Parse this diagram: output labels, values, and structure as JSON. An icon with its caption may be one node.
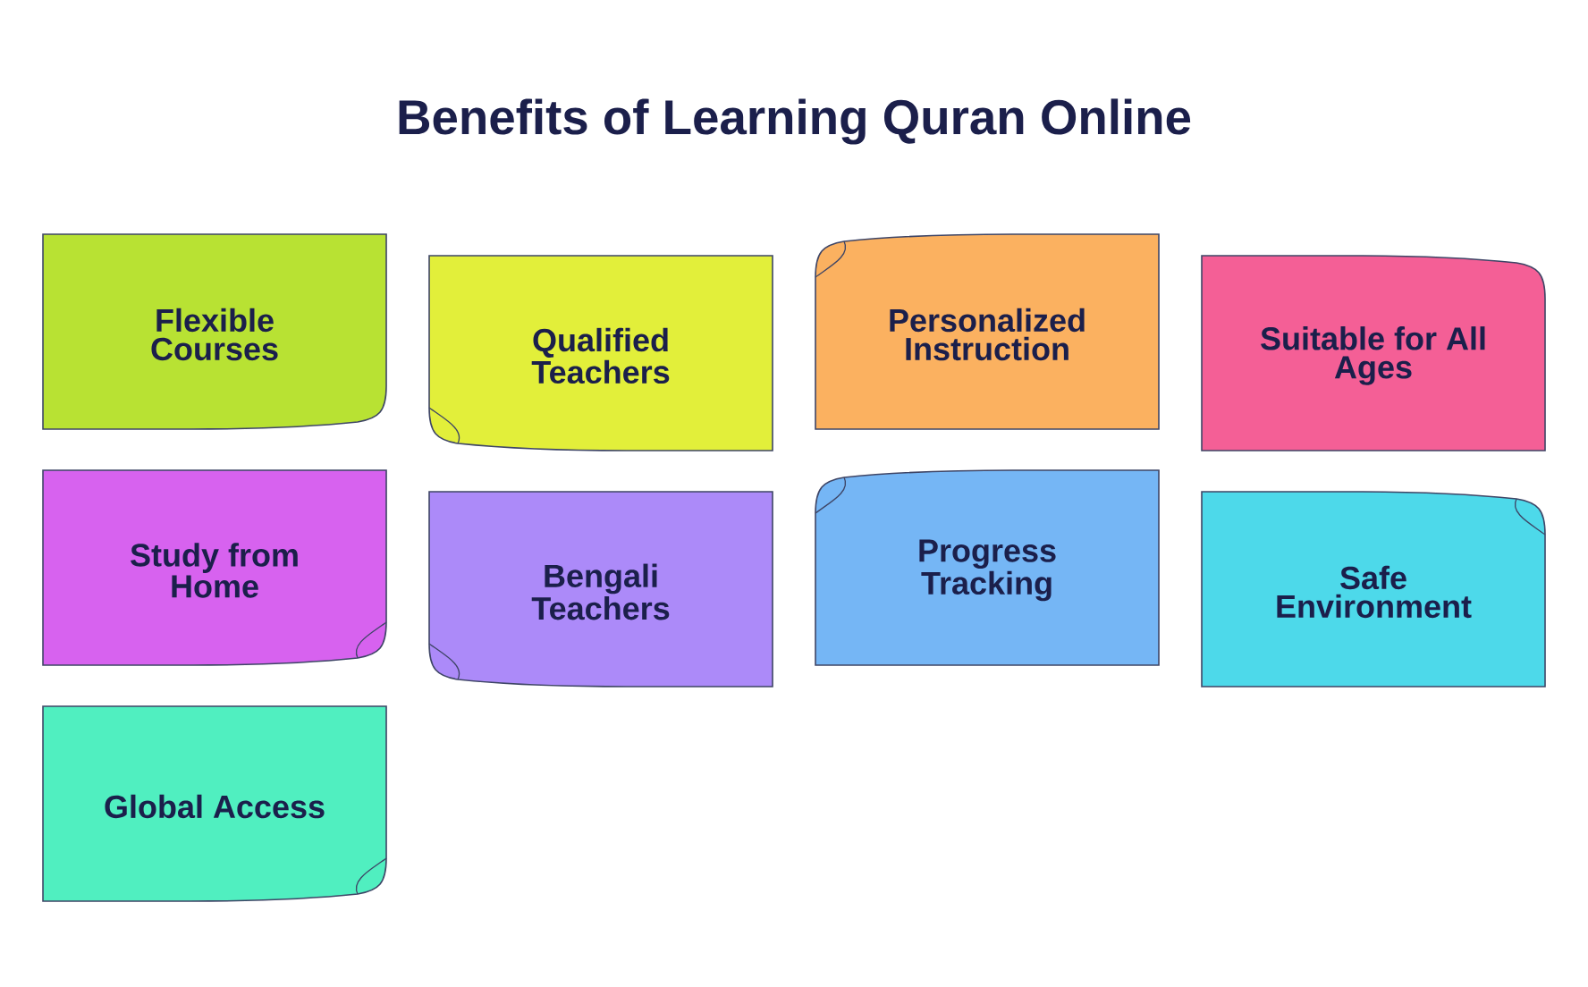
{
  "diagram": {
    "title": "Benefits of Learning Quran Online",
    "nodes": [
      {
        "text": [
          "Flexible Courses"
        ]
      },
      {
        "text": [
          "Qualified Teachers"
        ]
      },
      {
        "text": [
          "Personalized Instruction"
        ]
      },
      {
        "text": [
          "Suitable for All Ages"
        ]
      },
      {
        "text": [
          "Study from Home"
        ]
      },
      {
        "text": [
          "Bengali Teachers"
        ]
      },
      {
        "text": [
          "Progress Tracking"
        ]
      },
      {
        "text": [
          "Safe Environment"
        ]
      },
      {
        "text": [
          "Global Access"
        ]
      }
    ]
  }
}
